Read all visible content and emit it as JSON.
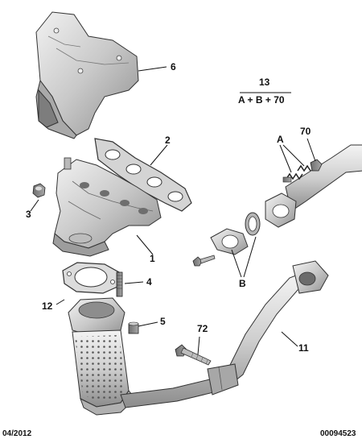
{
  "callouts": {
    "p1": "1",
    "p2": "2",
    "p3": "3",
    "p4": "4",
    "p5": "5",
    "p6": "6",
    "p11": "11",
    "p12": "12",
    "p13": "13",
    "p70": "70",
    "p72": "72",
    "pA": "A",
    "pB": "B"
  },
  "kit": {
    "number": "13",
    "formula": "A + B + 70"
  },
  "footer": {
    "date": "04/2012",
    "reference": "00094523"
  },
  "colors": {
    "metal_light": "#e4e4e4",
    "metal_mid": "#bdbdbd",
    "metal_dark": "#8a8a8a",
    "line": "#222222"
  }
}
